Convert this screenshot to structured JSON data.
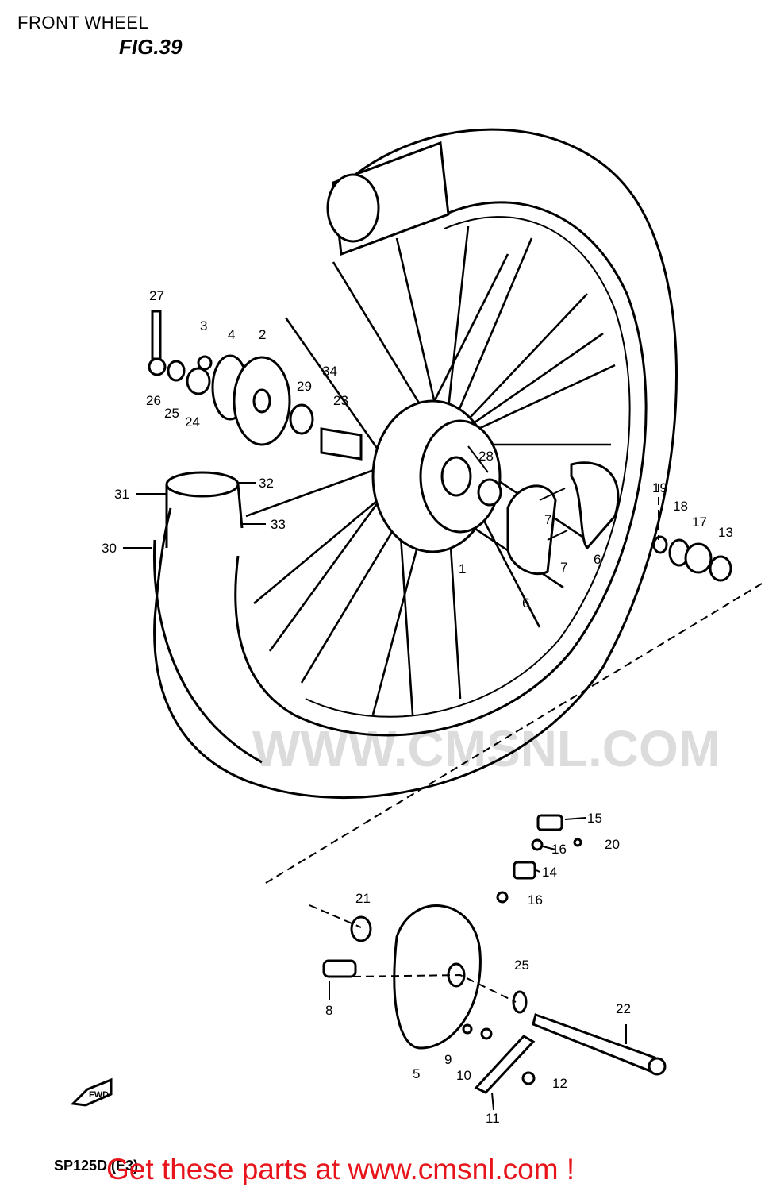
{
  "header": {
    "title": "FRONT WHEEL",
    "figure": "FIG.39"
  },
  "footer": {
    "model": "SP125D (E3)",
    "promo": "Get these parts at www.cmsnl.com !"
  },
  "watermark": "WWW.CMSNL.COM",
  "direction_tag": "FWD",
  "parts": [
    {
      "id": "27"
    },
    {
      "id": "3"
    },
    {
      "id": "4"
    },
    {
      "id": "2"
    },
    {
      "id": "26"
    },
    {
      "id": "25"
    },
    {
      "id": "24"
    },
    {
      "id": "29"
    },
    {
      "id": "23"
    },
    {
      "id": "34"
    },
    {
      "id": "28"
    },
    {
      "id": "31"
    },
    {
      "id": "32"
    },
    {
      "id": "33"
    },
    {
      "id": "30"
    },
    {
      "id": "7"
    },
    {
      "id": "7"
    },
    {
      "id": "6"
    },
    {
      "id": "6"
    },
    {
      "id": "1"
    },
    {
      "id": "19"
    },
    {
      "id": "18"
    },
    {
      "id": "17"
    },
    {
      "id": "13"
    },
    {
      "id": "15"
    },
    {
      "id": "16"
    },
    {
      "id": "20"
    },
    {
      "id": "14"
    },
    {
      "id": "16"
    },
    {
      "id": "21"
    },
    {
      "id": "8"
    },
    {
      "id": "25"
    },
    {
      "id": "22"
    },
    {
      "id": "5"
    },
    {
      "id": "9"
    },
    {
      "id": "10"
    },
    {
      "id": "12"
    },
    {
      "id": "11"
    }
  ],
  "colors": {
    "ink": "#000000",
    "promo": "#e8141b",
    "watermark": "#dcdcdc"
  }
}
